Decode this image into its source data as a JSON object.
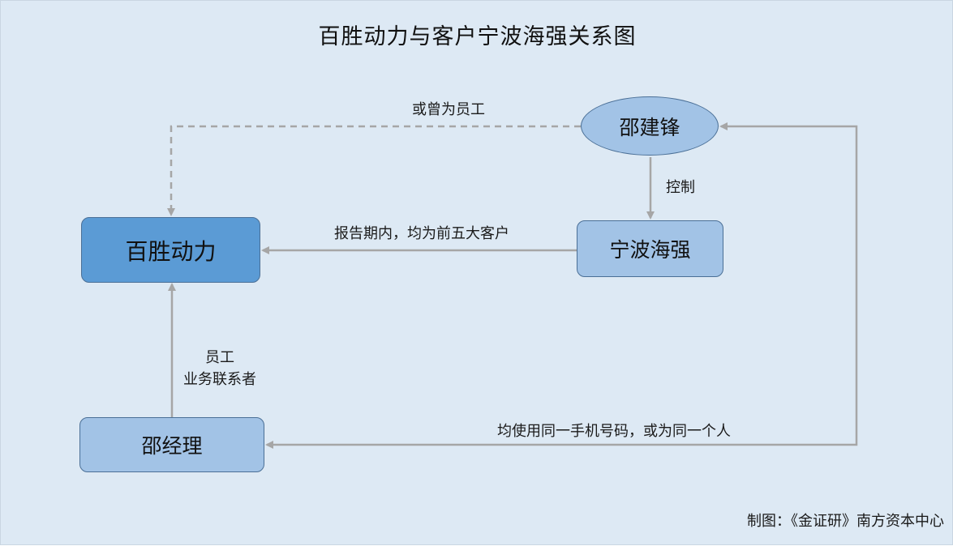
{
  "title": "百胜动力与客户宁波海强关系图",
  "nodes": {
    "main": "百胜动力",
    "nbhq": "宁波海强",
    "manager": "邵经理",
    "shao": "邵建锋"
  },
  "edges": {
    "former_employee": "或曾为员工",
    "control": "控制",
    "top_customer": "报告期内，均为前五大客户",
    "staff_line1": "员工",
    "staff_line2": "业务联系者",
    "same_phone": "均使用同一手机号码，或为同一个人"
  },
  "credit": "制图：《金证研》南方资本中心",
  "colors": {
    "background": "#dde9f4",
    "main_node": "#5b9bd5",
    "secondary_node": "#a2c3e6",
    "connector": "#a6a6a6"
  }
}
